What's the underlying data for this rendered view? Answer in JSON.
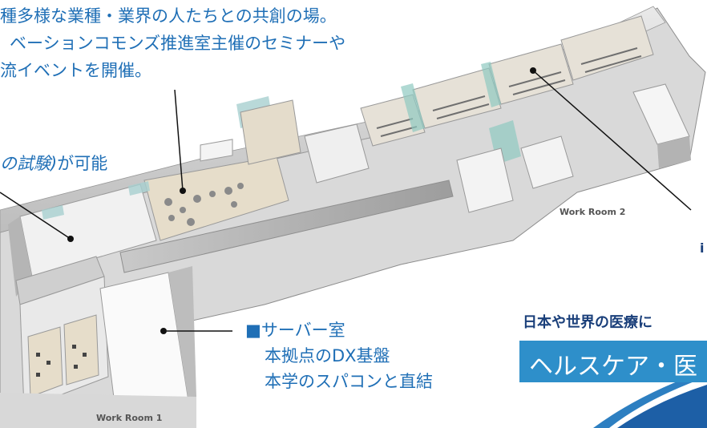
{
  "top_caption": {
    "line1": "種多様な業種・業界の人たちとの共創の場。",
    "line2": "ベーションコモンズ推進室主催のセミナーや",
    "line3": "流イベントを開催。"
  },
  "left_caption": {
    "italic": "の試験)",
    "rest": "が可能"
  },
  "server_caption": {
    "square": "■",
    "line1": "サーバー室",
    "line2": "本拠点のDX基盤",
    "line3": "本学のスパコンと直結"
  },
  "room_labels": {
    "room1": "Work Room 1",
    "room2": "Work Room 2"
  },
  "right_panel": {
    "subtitle": "日本や世界の医療に",
    "banner": "ヘルスケア・医",
    "fragment": "i"
  },
  "colors": {
    "caption_blue": "#1f6fb6",
    "subtitle_navy": "#1a3f7a",
    "banner_bg": "#2e8fca",
    "banner_text": "#ffffff"
  }
}
